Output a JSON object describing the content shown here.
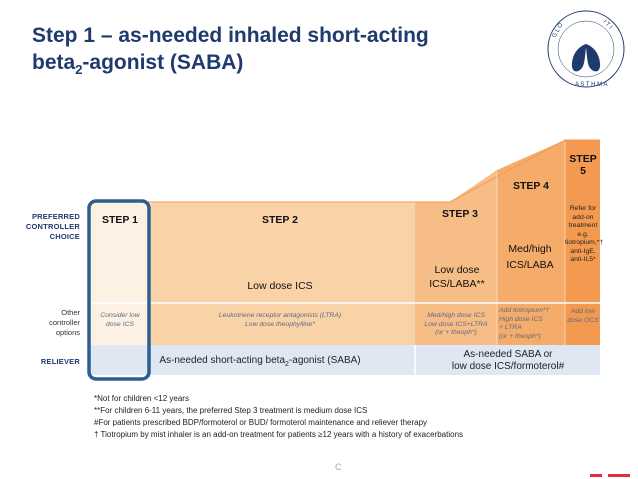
{
  "title": {
    "line1": "Step 1 – as-needed inhaled short-acting",
    "line2_pre": "beta",
    "line2_sub": "2",
    "line2_post": "-agonist (SABA)"
  },
  "row_labels": {
    "preferred": [
      "PREFERRED",
      "CONTROLLER",
      "CHOICE"
    ],
    "other": [
      "Other",
      "controller",
      "options"
    ],
    "reliever": "RELIEVER"
  },
  "steps": {
    "step1": {
      "label": "STEP 1",
      "other": [
        "Consider low",
        "dose ICS"
      ]
    },
    "step2": {
      "label": "STEP 2",
      "preferred": "Low dose ICS",
      "other": [
        "Leukotriene receptor antagonists (LTRA)",
        "Low dose theophylline*"
      ]
    },
    "step3": {
      "label": "STEP 3",
      "preferred": [
        "Low dose",
        "ICS/LABA**"
      ],
      "other": [
        "Med/high dose ICS",
        "Low dose ICS+LTRA",
        "(or + theoph*)"
      ]
    },
    "step4": {
      "label": "STEP 4",
      "preferred": [
        "Med/high",
        "ICS/LABA"
      ],
      "other": [
        "Add tiotropium*†",
        "High dose ICS",
        "+ LTRA",
        "(or + theoph*)"
      ]
    },
    "step5": {
      "label": "STEP 5",
      "preferred": [
        "Refer for",
        "add-on",
        "treatment",
        "e.g.",
        "tiotropium,*†",
        "anti-IgE,",
        "anti-IL5*"
      ],
      "other": [
        "Add low",
        "dose OCS"
      ]
    }
  },
  "reliever": {
    "left_pre": "As-needed short-acting beta",
    "left_sub": "2",
    "left_post": "-agonist (SABA)",
    "right": [
      "As-needed SABA or",
      "low dose ICS/formoterol#"
    ]
  },
  "footnotes": [
    "*Not for children <12 years",
    "**For children 6-11 years, the preferred Step 3 treatment is medium dose ICS",
    "#For patients prescribed BDP/formoterol or BUD/ formoterol maintenance and reliever therapy",
    "† Tiotropium by mist inhaler is an add-on treatment for patients ≥12 years with a history of exacerbations"
  ],
  "slide_mark": "C",
  "colors": {
    "title": "#1e3a6e",
    "step1": "#fdf1e4",
    "step2": "#f9d2a8",
    "step3": "#f7bd86",
    "step4": "#f5ab69",
    "step5": "#f39a50",
    "reliever_band": "#dfe8f2",
    "highlight_box": "#2f5d8f"
  }
}
